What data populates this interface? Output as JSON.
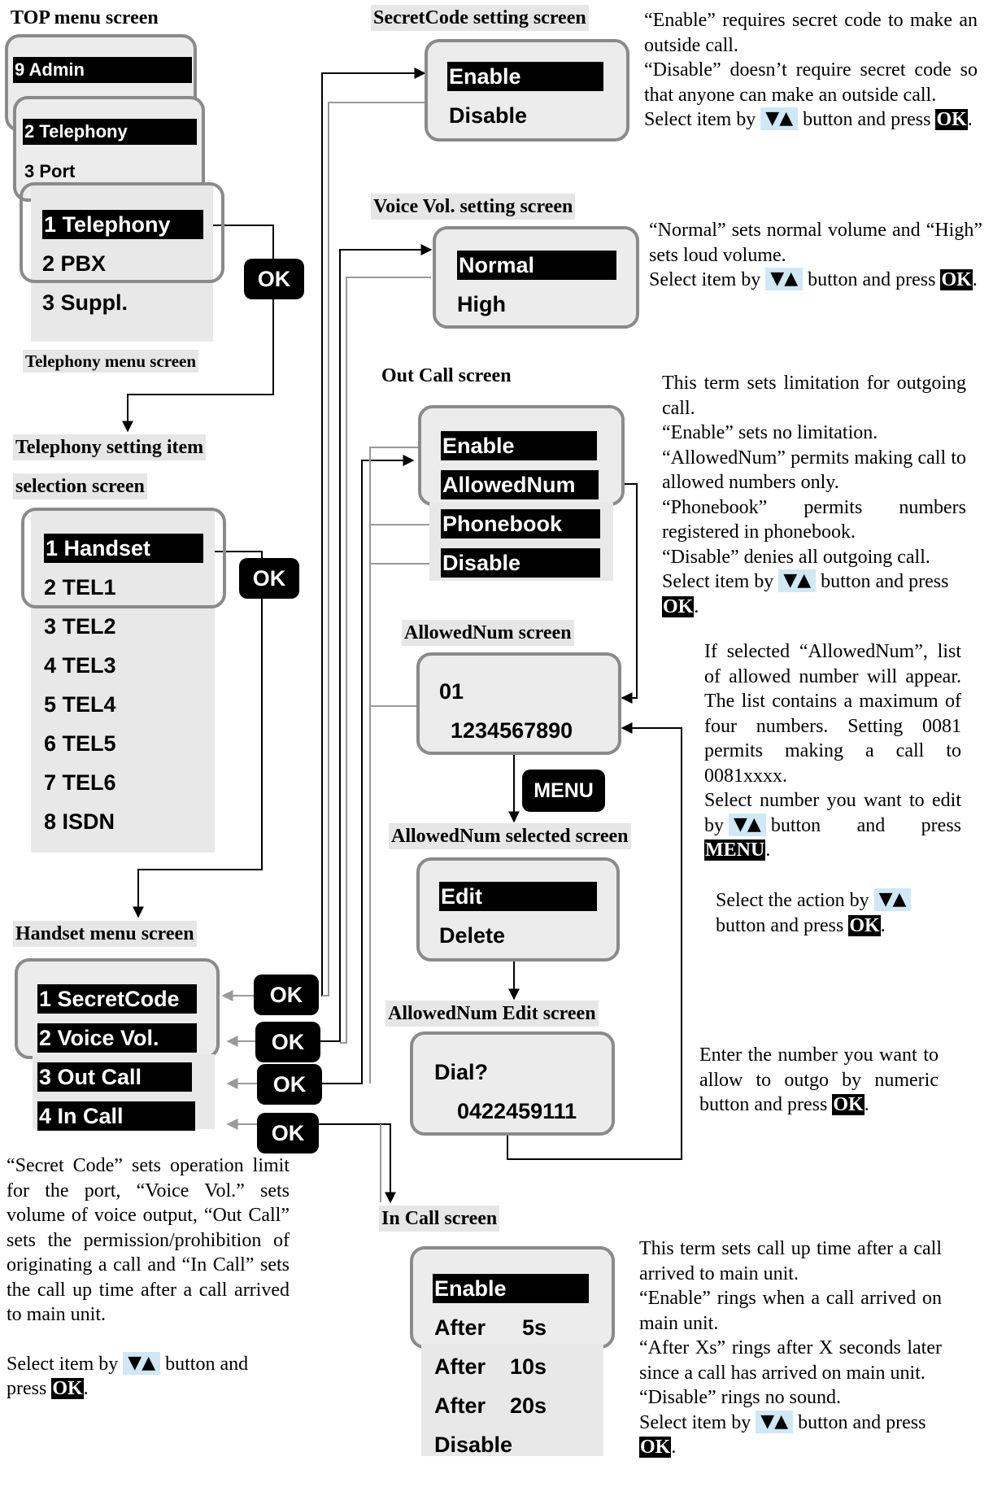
{
  "labels": {
    "top_menu": "TOP menu screen",
    "telephony_menu": "Telephony menu screen",
    "telephony_setting_1": "Telephony setting item",
    "telephony_setting_2": "selection screen",
    "handset_menu": "Handset menu screen",
    "secretcode_setting": "SecretCode setting screen",
    "voicevol_setting": "Voice Vol. setting screen",
    "outcall": "Out Call screen",
    "allowednum": "AllowedNum screen",
    "allowednum_selected": "AllowedNum selected screen",
    "allowednum_edit": "AllowedNum Edit screen",
    "incall": "In Call screen"
  },
  "screens": {
    "top_admin": "9 Admin",
    "top_telephony": "2 Telephony",
    "top_port": "3 Port",
    "telephony_items": [
      "1 Telephony",
      "2 PBX",
      "3 Suppl."
    ],
    "setting_items": [
      "1 Handset",
      "2 TEL1",
      "3 TEL2",
      "4 TEL3",
      "5 TEL4",
      "6 TEL5",
      "7 TEL6",
      "8 ISDN"
    ],
    "handset_items": [
      "1 SecretCode",
      "2 Voice Vol.",
      "3 Out Call",
      "4 In Call"
    ],
    "secretcode_items": [
      "Enable",
      "Disable"
    ],
    "voicevol_items": [
      "Normal",
      "High"
    ],
    "outcall_items": [
      "Enable",
      "AllowedNum",
      "Phonebook",
      "Disable"
    ],
    "allowednum_index": "01",
    "allowednum_number": "1234567890",
    "allowednum_selected_items": [
      "Edit",
      "Delete"
    ],
    "edit_prompt": "Dial?",
    "edit_number": "0422459111",
    "incall_items": [
      "Enable",
      "After      5s",
      "After    10s",
      "After    20s",
      "Disable"
    ]
  },
  "buttons": {
    "ok": "OK",
    "menu": "MENU",
    "arrows": "▼▲"
  },
  "descriptions": {
    "secretcode": [
      "“Enable” requires secret code to make an outside call.",
      "“Disable” doesn’t require secret code so that anyone can make an outside call.",
      "Select item by",
      "button and press",
      "OK",
      "."
    ],
    "voicevol": [
      "“Normal” sets normal volume and “High” sets loud volume.",
      "Select item by",
      "button and press",
      "OK",
      "."
    ],
    "outcall": [
      "This term sets limitation for outgoing call.",
      "“Enable” sets no limitation.",
      "“AllowedNum” permits making call to allowed numbers only.",
      "“Phonebook” permits numbers registered in phonebook.",
      "“Disable” denies all outgoing call.",
      "Select item by",
      "button and press",
      "OK",
      "."
    ],
    "allowednum": [
      "If selected “AllowedNum”, list of allowed number will appear. The list contains a maximum of four numbers. Setting 0081 permits making a call to 0081xxxx.",
      "Select number you want to edit by",
      "button and press",
      "MENU",
      "."
    ],
    "selected": [
      "Select the action by",
      "button and press",
      "OK",
      "."
    ],
    "edit": [
      "Enter the number you want to allow to outgo by numeric button and press",
      "OK",
      "."
    ],
    "handset": [
      "“Secret Code” sets operation limit for the port, “Voice Vol.” sets volume of voice output, “Out Call” sets the permission/prohibition of originating a call and “In Call” sets the call up time after a call arrived to main unit.",
      "Select item by",
      "button and press",
      "OK",
      "."
    ],
    "incall": [
      "This term sets call up time after a call arrived to main unit.",
      "“Enable” rings when a call arrived on main unit.",
      "“After Xs” rings after X seconds later since a call has arrived on main unit.",
      "“Disable” rings no sound.",
      "Select item by",
      "button and press",
      "OK",
      "."
    ]
  }
}
